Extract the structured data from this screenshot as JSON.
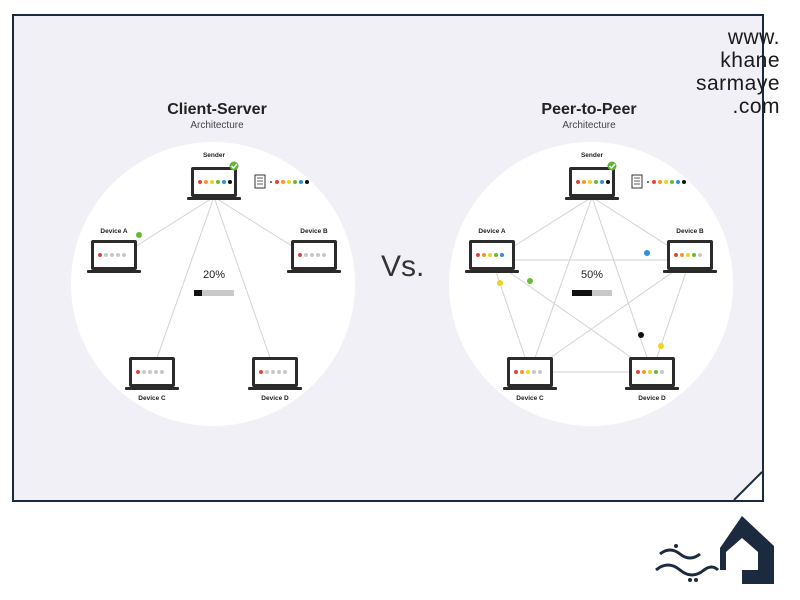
{
  "brand": {
    "lines": [
      "www.",
      "khane",
      "sarmaye",
      ".com"
    ]
  },
  "vs_label": "Vs.",
  "client_server": {
    "title": "Client-Server",
    "subtitle": "Architecture",
    "progress_label": "20%",
    "progress_value": 0.2,
    "nodes": {
      "sender": "Sender",
      "a": "Device A",
      "b": "Device B",
      "c": "Device C",
      "d": "Device D"
    }
  },
  "peer_to_peer": {
    "title": "Peer-to-Peer",
    "subtitle": "Architecture",
    "progress_label": "50%",
    "progress_value": 0.5,
    "nodes": {
      "sender": "Sender",
      "a": "Device A",
      "b": "Device B",
      "c": "Device C",
      "d": "Device D"
    }
  },
  "colors": {
    "panel": "#f1f0f6",
    "border": "#1c2a40",
    "packet_red": "#e5433a",
    "packet_orange": "#f2962a",
    "packet_yellow": "#f3d21a",
    "packet_green": "#6ab934",
    "packet_blue": "#2f8fd8",
    "packet_black": "#111111",
    "check_green": "#5db531"
  },
  "logo": {
    "name": "khane-sarmaye-logo"
  }
}
